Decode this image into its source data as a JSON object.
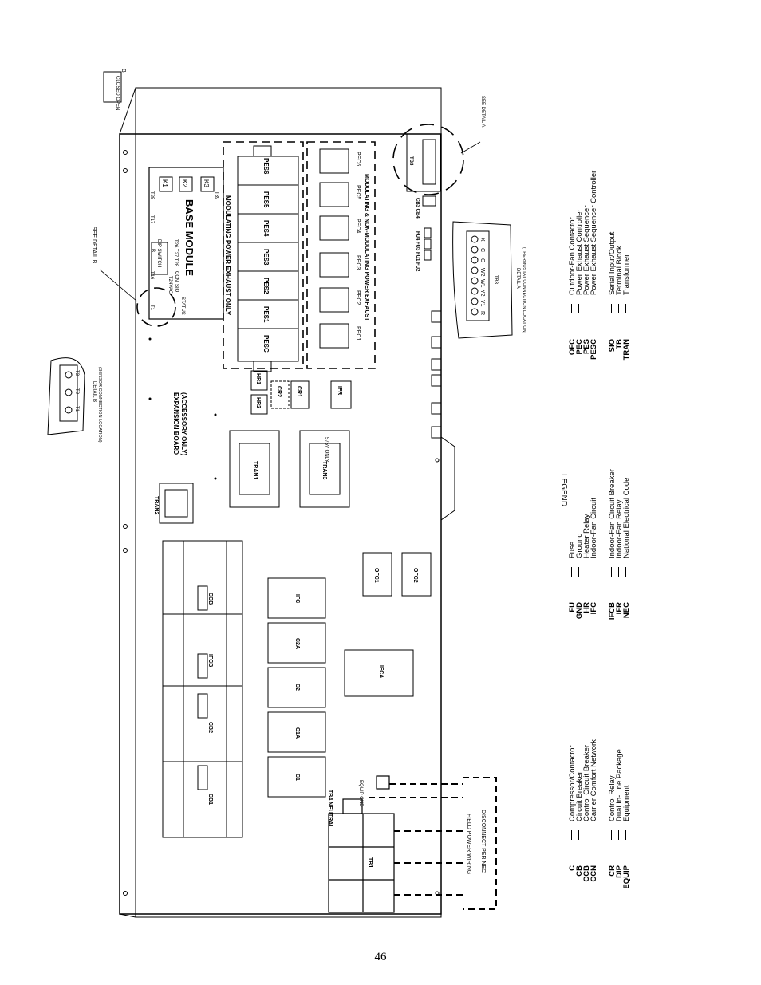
{
  "page_number": "46",
  "legend_title": "LEGEND",
  "legend_columns": [
    [
      {
        "abbr": "C",
        "desc": "Compressor/Contactor"
      },
      {
        "abbr": "CB",
        "desc": "Circuit Breaker"
      },
      {
        "abbr": "CCB",
        "desc": "Control Circuit Breaker"
      },
      {
        "abbr": "CCN",
        "desc": "Carrier Comfort Network"
      },
      {
        "abbr": "CR",
        "desc": "Control Relay"
      },
      {
        "abbr": "DIP",
        "desc": "Dual In-Line Package"
      },
      {
        "abbr": "EQUIP",
        "desc": "Equipment"
      }
    ],
    [
      {
        "abbr": "FU",
        "desc": "Fuse"
      },
      {
        "abbr": "GND",
        "desc": "Ground"
      },
      {
        "abbr": "HR",
        "desc": "Heater Relay"
      },
      {
        "abbr": "IFC",
        "desc": "Indoor-Fan Circuit"
      },
      {
        "abbr": "IFCB",
        "desc": "Indoor-Fan Circuit Breaker"
      },
      {
        "abbr": "IFR",
        "desc": "Indoor-Fan Relay"
      },
      {
        "abbr": "NEC",
        "desc": "National Electrical Code"
      }
    ],
    [
      {
        "abbr": "OFC",
        "desc": "Outdoor-Fan Contactor"
      },
      {
        "abbr": "PEC",
        "desc": "Power Exhaust Controller"
      },
      {
        "abbr": "PES",
        "desc": "Power Exhaust Sequencer"
      },
      {
        "abbr": "PESC",
        "desc": "Power Exhaust Sequencer Controller"
      },
      {
        "abbr": "SIO",
        "desc": "Serial Input/Output"
      },
      {
        "abbr": "TB",
        "desc": "Terminal Block"
      },
      {
        "abbr": "TRAN",
        "desc": "Transformer"
      }
    ]
  ],
  "labels": {
    "base_module": "BASE MODULE",
    "dip_switch": "DIP SWITCH",
    "status": "STATUS",
    "ccn": "CCN",
    "sio": "SIO",
    "modulating_only": "MODULATING POWER EXHAUST ONLY",
    "modulating_non": "MODULATING & NON-MODULATING POWER EXHAUST",
    "expansion_board": "EXPANSION BOARD",
    "accessory_only": "(ACCESSORY ONLY)",
    "see_detail_a": "SEE DETAIL A",
    "see_detail_b": "SEE DETAIL B",
    "detail_a": "DETAIL A",
    "detail_a_sub": "(THERMOSTAT CONNECTION LOCATION)",
    "detail_b": "DETAIL B",
    "detail_b_sub": "(SENSOR CONNECTION LOCATION)",
    "field_power_wiring": "FIELD POWER WIRING",
    "disconnect_per_nec": "DISCONNECT PER NEC",
    "tb4_neutral": "TB4 NEUTRAL",
    "equip_gnd": "EQUIP GND",
    "closed_open": "CLOSED OPEN",
    "switch_b": "B",
    "v575_only": "575V ONLY",
    "tb3": "TB3",
    "tb1": "TB1",
    "tran1": "TRAN1",
    "tran2": "TRAN2",
    "tran3": "TRAN3",
    "fuses": "FU4 FU3 FU1 FU2",
    "cb3_cb4": "CB3 CB4",
    "ifca": "IFCA",
    "ifr": "IFR",
    "ofc1": "OFC1",
    "ofc2": "OFC2"
  },
  "relay_labels": [
    "K1",
    "K2",
    "K3"
  ],
  "base_terminals": [
    "T1",
    "T16",
    "T24VAC",
    "T26 T27 T28",
    "T17",
    "T25",
    "T39"
  ],
  "pes_modules": [
    "PESC",
    "PES1",
    "PES2",
    "PES3",
    "PES4",
    "PES5",
    "PES6"
  ],
  "pec_modules": [
    "PEC1",
    "PEC2",
    "PEC3",
    "PEC4",
    "PEC5",
    "PEC6"
  ],
  "hr_relays": [
    "HR1",
    "HR2"
  ],
  "cr_relays": [
    "CR1",
    "CR2"
  ],
  "breakers": [
    "CB1",
    "CB2",
    "IFCB",
    "CCB"
  ],
  "contactors": [
    "C1",
    "C1A",
    "C2",
    "C2A",
    "IFC"
  ],
  "detail_a_terminals": [
    "R",
    "Y1",
    "Y2",
    "W1",
    "W2",
    "G",
    "C",
    "X"
  ],
  "detail_b_terminals": [
    "T1",
    "T2",
    "T3"
  ]
}
